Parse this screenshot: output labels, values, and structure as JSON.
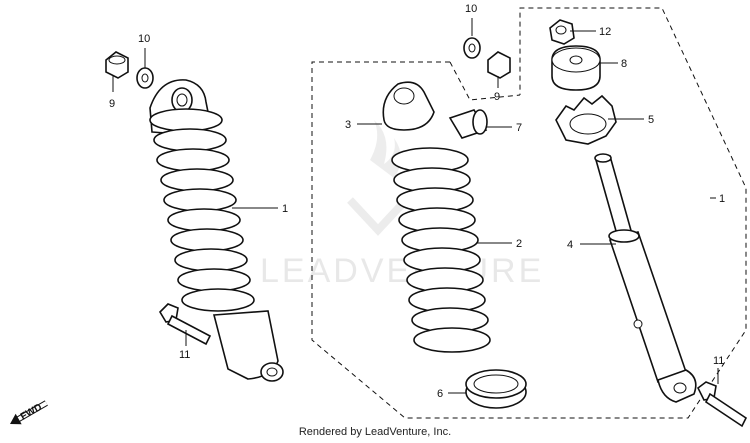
{
  "footer": "Rendered by LeadVenture, Inc.",
  "watermark": "LEADVENTURE",
  "fwd_label": "FWD",
  "callouts": {
    "left_9": "9",
    "left_10": "10",
    "left_1": "1",
    "left_11": "11",
    "mid_10": "10",
    "mid_9": "9",
    "mid_3": "3",
    "mid_7": "7",
    "mid_2": "2",
    "mid_6": "6",
    "right_12": "12",
    "right_8": "8",
    "right_5": "5",
    "right_1": "1",
    "right_4": "4",
    "right_11": "11"
  }
}
